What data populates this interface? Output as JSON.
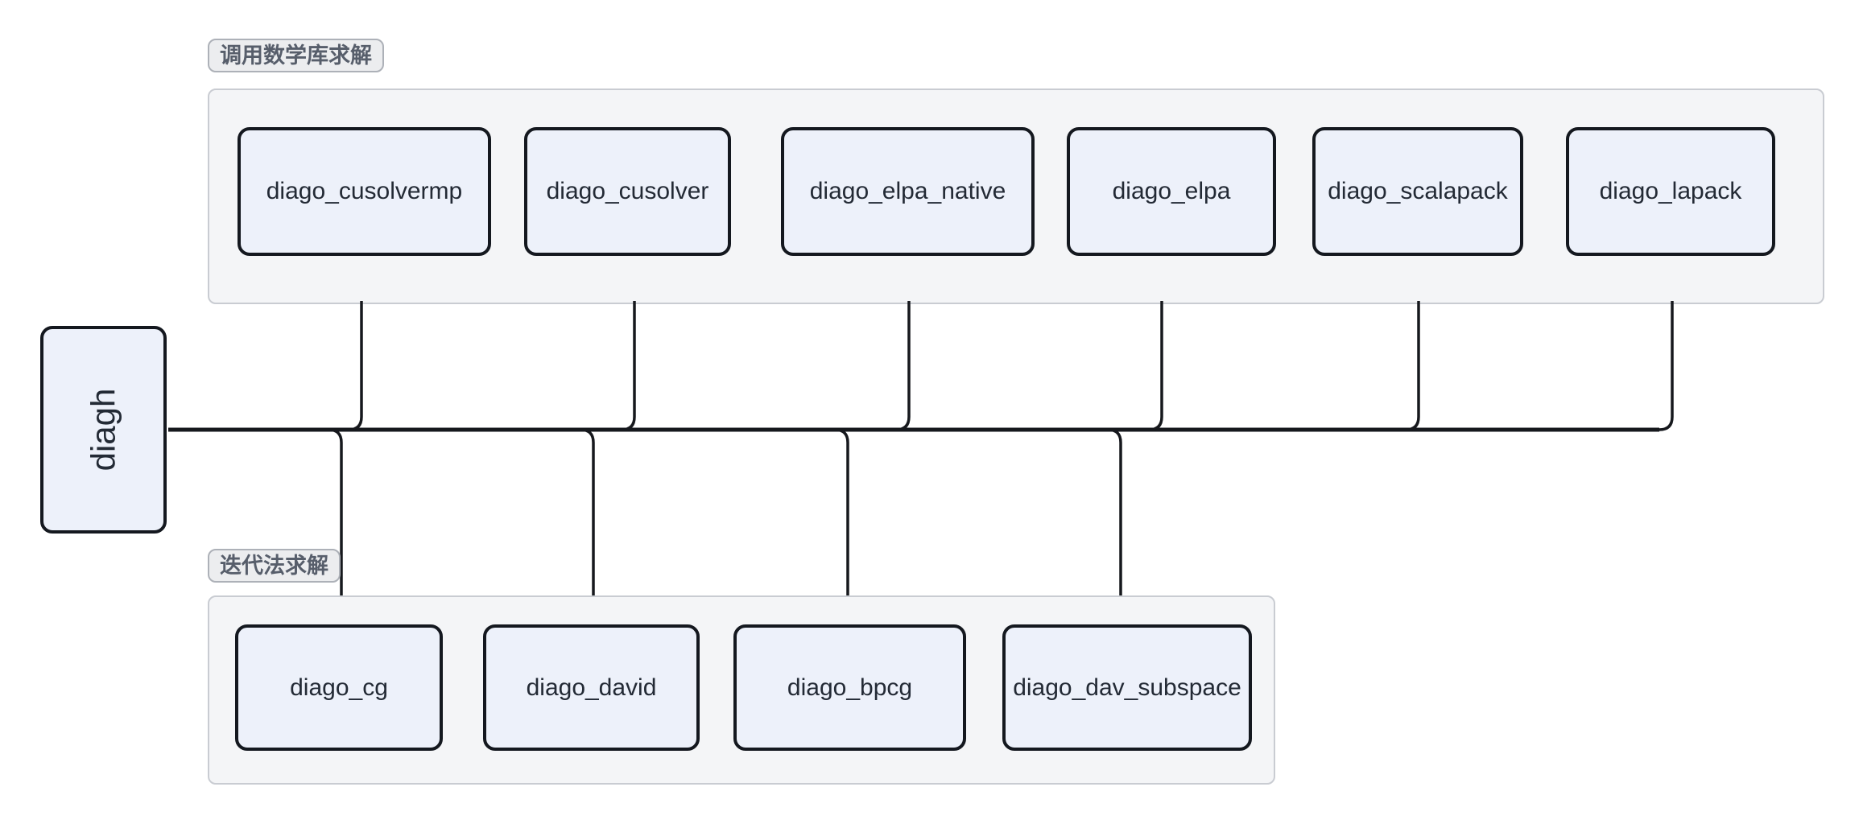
{
  "diagram": {
    "root": {
      "label": "diagh"
    },
    "groups": [
      {
        "label": "调用数学库求解",
        "nodes": [
          {
            "label": "diago_cusolvermp"
          },
          {
            "label": "diago_cusolver"
          },
          {
            "label": "diago_elpa_native"
          },
          {
            "label": "diago_elpa"
          },
          {
            "label": "diago_scalapack"
          },
          {
            "label": "diago_lapack"
          }
        ]
      },
      {
        "label": "迭代法求解",
        "nodes": [
          {
            "label": "diago_cg"
          },
          {
            "label": "diago_david"
          },
          {
            "label": "diago_bpcg"
          },
          {
            "label": "diago_dav_subspace"
          }
        ]
      }
    ],
    "colors": {
      "background": "#FFFFFF",
      "node_fill": "#EDF1FA",
      "node_border": "#14181F",
      "node_text": "#232A35",
      "cluster_fill": "#F4F5F7",
      "cluster_border": "#C9CCD2",
      "cluster_label_fill": "#ECEDEF",
      "cluster_label_border": "#ADB1B8",
      "cluster_label_text": "#575E6B",
      "edge": "#16181D"
    }
  }
}
